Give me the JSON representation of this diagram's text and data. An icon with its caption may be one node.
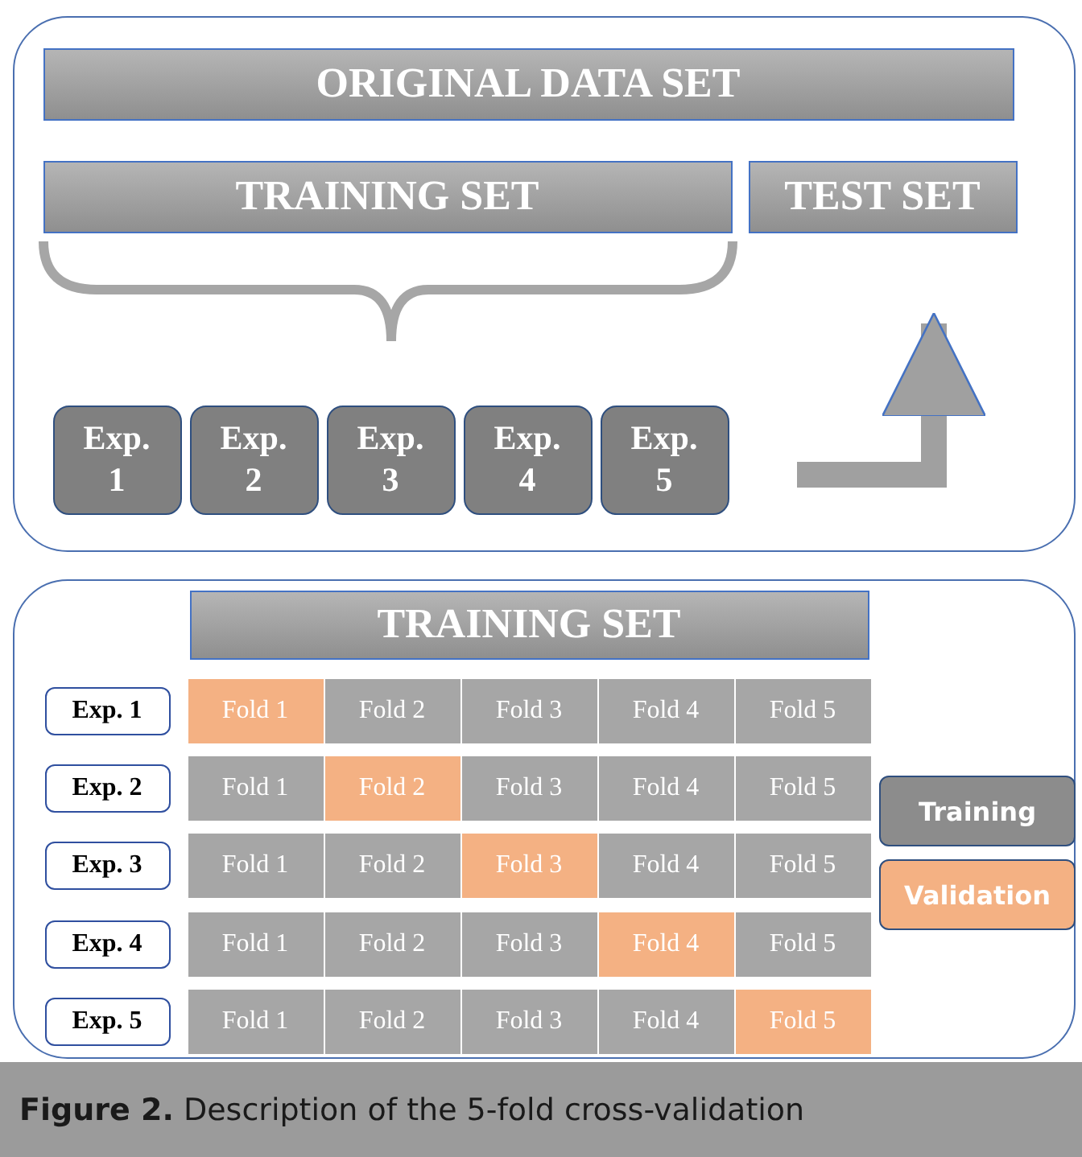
{
  "diagram": {
    "caption": "**Figure 2.** Description of the 5-fold cross-validation",
    "nodes": [
      {
        "text": [],
        "shape": "box"
      },
      {
        "text": [
          "ORIGINAL DATA SET"
        ],
        "in": 0
      },
      {
        "text": [
          "TRAINING SET"
        ],
        "in": 0
      },
      {
        "text": [
          "TEST SET"
        ],
        "in": 0
      },
      {
        "text": [
          "Exp. 1"
        ],
        "in": 0
      },
      {
        "text": [
          "Exp. 2"
        ],
        "in": 0
      },
      {
        "text": [
          "Exp. 3"
        ],
        "in": 0
      },
      {
        "text": [
          "Exp. 4"
        ],
        "in": 0
      },
      {
        "text": [
          "Exp. 5"
        ],
        "in": 0
      },
      {
        "text": [],
        "shape": "box"
      },
      {
        "text": [
          "TRAINING SET"
        ],
        "in": 9
      },
      {
        "text": [
          "Exp. 1"
        ],
        "in": 9
      },
      {
        "text": [
          "Fold 1"
        ],
        "in": 9
      },
      {
        "text": [
          "Fold 2"
        ],
        "in": 9
      },
      {
        "text": [
          "Fold 3"
        ],
        "in": 9
      },
      {
        "text": [
          "Fold 4"
        ],
        "in": 9
      },
      {
        "text": [
          "Fold 5"
        ],
        "in": 9
      },
      {
        "text": [
          "Exp. 2"
        ],
        "in": 9
      },
      {
        "text": [
          "Fold 1"
        ],
        "in": 9
      },
      {
        "text": [
          "Fold 2"
        ],
        "in": 9
      },
      {
        "text": [
          "Fold 3"
        ],
        "in": 9
      },
      {
        "text": [
          "Fold 4"
        ],
        "in": 9
      },
      {
        "text": [
          "Fold 5"
        ],
        "in": 9
      },
      {
        "text": [
          "Exp. 3"
        ],
        "in": 9
      },
      {
        "text": [
          "Fold 1"
        ],
        "in": 9
      },
      {
        "text": [
          "Fold 2"
        ],
        "in": 9
      },
      {
        "text": [
          "Fold 3"
        ],
        "in": 9
      },
      {
        "text": [
          "Fold 4"
        ],
        "in": 9
      },
      {
        "text": [
          "Fold 5"
        ],
        "in": 9
      },
      {
        "text": [
          "Exp. 4"
        ],
        "in": 9
      },
      {
        "text": [
          "Fold 1"
        ],
        "in": 9
      },
      {
        "text": [
          "Fold 2"
        ],
        "in": 9
      },
      {
        "text": [
          "Fold 3"
        ],
        "in": 9
      },
      {
        "text": [
          "Fold 4"
        ],
        "in": 9
      },
      {
        "text": [
          "Fold 5"
        ],
        "in": 9
      },
      {
        "text": [
          "Exp. 5"
        ],
        "in": 9
      },
      {
        "text": [
          "Fold 1"
        ],
        "in": 9
      },
      {
        "text": [
          "Fold 2"
        ],
        "in": 9
      },
      {
        "text": [
          "Fold 3"
        ],
        "in": 9
      },
      {
        "text": [
          "Fold 4"
        ],
        "in": 9
      },
      {
        "text": [
          "Fold 5"
        ],
        "in": 9
      }
    ],
    "edges": [
      {
        "from": null,
        "to": 3,
        "arrow": "to"
      }
    ],
    "legend": [
      {
        "text": "Training",
        "color": "#8c8c8c"
      },
      {
        "text": "Validation",
        "color": "#f4b183"
      }
    ]
  }
}
